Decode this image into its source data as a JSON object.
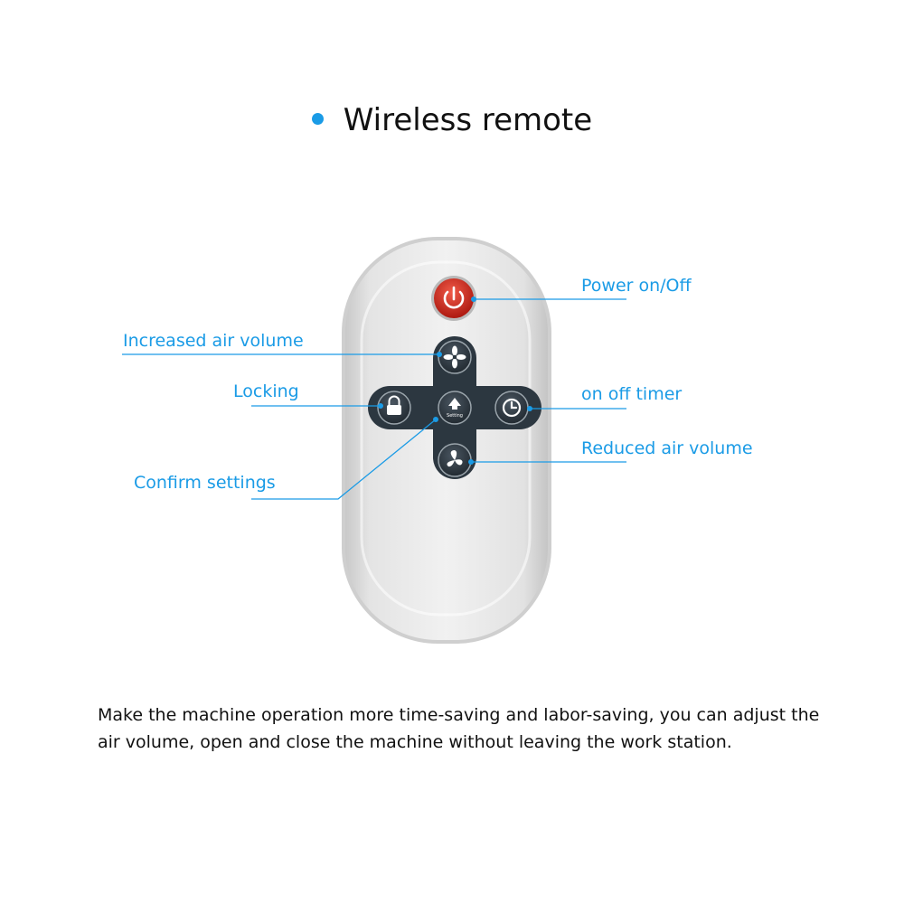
{
  "heading": {
    "text": "Wireless remote"
  },
  "colors": {
    "accent": "#1a9be6",
    "text": "#111111",
    "remote_body": "#ebebeb",
    "button_dark": "#333f48",
    "power_red": "#d32a1e"
  },
  "remote": {
    "icons": [
      "power-icon",
      "fan-up-icon",
      "lock-icon",
      "settings-icon",
      "timer-icon",
      "fan-down-icon"
    ],
    "settings_button_text": "Setting"
  },
  "callouts": {
    "power": "Power on/Off",
    "increase": "Increased air volume",
    "locking": "Locking",
    "timer": "on off timer",
    "reduce": "Reduced air volume",
    "confirm": "Confirm settings"
  },
  "description": {
    "text": "Make the machine operation more time-saving and labor-saving, you can adjust the air volume, open and close the machine without leaving the work station."
  }
}
